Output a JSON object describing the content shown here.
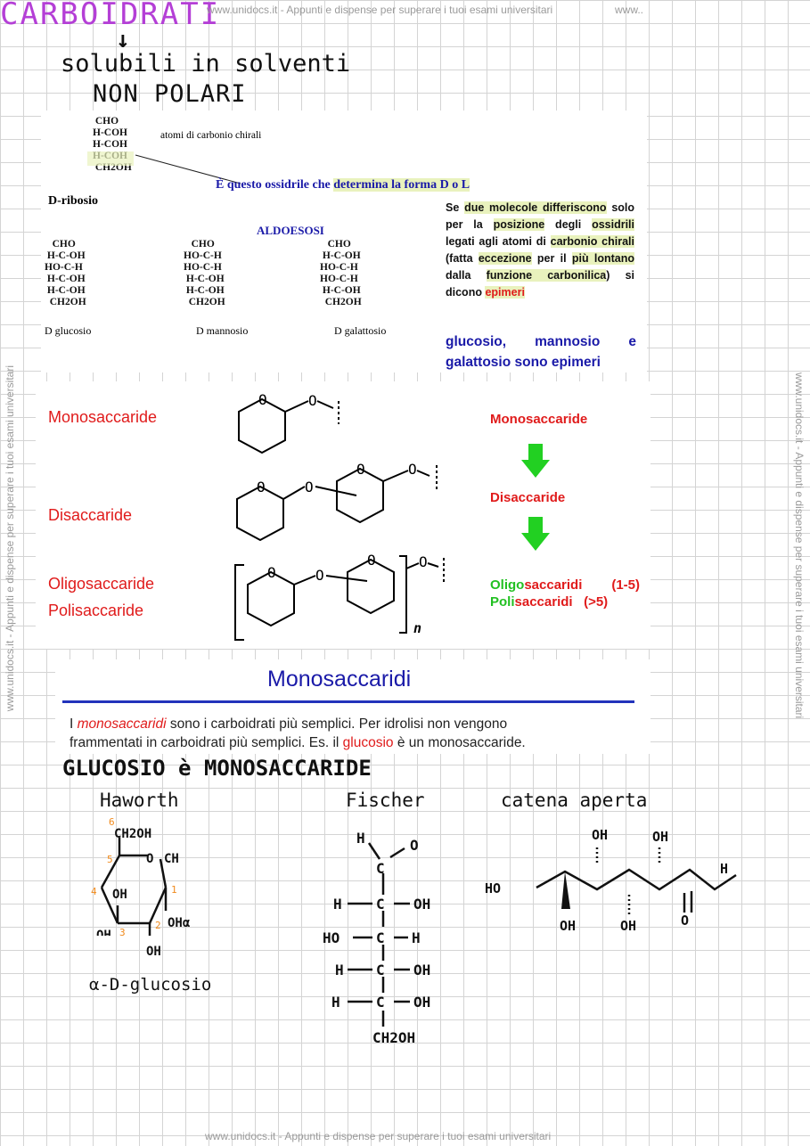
{
  "header": {
    "title": "CARBOIDRATI",
    "arrow": "↓",
    "note_line1": "solubili in solventi",
    "note_line2": "NON POLARI"
  },
  "watermark": {
    "text": "www.unidocs.it - Appunti e dispense per superare i tuoi esami universitari",
    "small": "www.unidocs.it",
    "short": "www.."
  },
  "ribosio": {
    "struct": " CHO\nH-COH\nH-COH\nH-COH\n CH2OH",
    "chiral_label": "atomi di carbonio chirali",
    "determina": "È questo ossidrile che ",
    "determina_hl": "determina la forma D o L",
    "name": "D-ribosio"
  },
  "aldoesosi": {
    "title": "ALDOESOSI",
    "glucosio": {
      "struct": "   CHO\n H-C-OH\nHO-C-H\n H-C-OH\n H-C-OH\n  CH2OH",
      "name": "D  glucosio"
    },
    "mannosio": {
      "struct": "   CHO\nHO-C-H\nHO-C-H\n H-C-OH\n H-C-OH\n  CH2OH",
      "name": "D mannosio"
    },
    "galattosio": {
      "struct": "   CHO\n H-C-OH\nHO-C-H\nHO-C-H\n H-C-OH\n  CH2OH",
      "name": "D galattosio"
    }
  },
  "epimeri": {
    "p1": "Se ",
    "p2": "due molecole differiscono",
    "p3": " solo per la ",
    "p4": "posizione",
    "p5": " degli ",
    "p6": "ossidrili",
    "p7": " legati agli atomi di ",
    "p8": "carbonio chirali",
    "p9": " (fatta ",
    "p10": "eccezione",
    "p11": " per il ",
    "p12": "più lontano",
    "p13": " dalla ",
    "p14": "funzione carbonilica",
    "p15": ") si dicono ",
    "p16": "epimeri",
    "conclusion": "glucosio, mannosio e galattosio sono epimeri"
  },
  "saccaridi": {
    "mono": "Monosaccaride",
    "di": "Disaccaride",
    "oligo": "Oligosaccaride",
    "poli": "Polisaccaride",
    "n": "n",
    "right_mono": "Monosaccaride",
    "right_di": "Disaccaride",
    "right_oligo_a": "Oligo",
    "right_oligo_b": "saccaridi",
    "right_oligo_c": "(1-5)",
    "right_poli_a": "Poli",
    "right_poli_b": "saccaridi",
    "right_poli_c": "(>5)"
  },
  "monosaccaridi": {
    "title": "Monosaccaridi",
    "t1": "I ",
    "t2": "monosaccaridi",
    "t3": " sono i carboidrati più semplici. Per idrolisi non vengono",
    "t4": "frammentati in carboidrati  più semplici. Es. il ",
    "t5": "glucosio",
    "t6": " è un monosaccaride."
  },
  "glucosio_note": {
    "title": "GLUCOSIO è MONOSACCARIDE",
    "haworth": "Haworth",
    "fischer": "Fischer",
    "catena": "catena aperta",
    "alpha": "α-D-glucosio"
  },
  "haworth": {
    "n6": "6",
    "n5": "5",
    "n4": "4",
    "n3": "3",
    "n2": "2",
    "n1": "1",
    "ch2oh": "CH2OH",
    "o": "O",
    "ch": "CH",
    "oh": "OH",
    "oha": "OHα",
    "ohb": "OH",
    "ohc": "OH"
  },
  "fischer": {
    "h_top": "H",
    "o_top": "O",
    "c": "C",
    "h1": "H",
    "oh1": "OH",
    "ho2": "HO",
    "h2": "H",
    "h3": "H",
    "oh3": "OH",
    "h4": "H",
    "oh4": "OH",
    "ch2oh": "CH2OH"
  },
  "catena": {
    "ho": "HO",
    "oh_up1": "OH",
    "oh_up2": "OH",
    "oh_dn1": "OH",
    "oh_dn2": "OH",
    "h": "H",
    "o": "O"
  },
  "colors": {
    "accent_purple": "#b43fd6",
    "red": "#e01b1b",
    "blue": "#1a1aa8",
    "green": "#22d022",
    "orange": "#f08a1c",
    "highlight": "#e9f2bd",
    "watermark": "#9b9b9b"
  }
}
